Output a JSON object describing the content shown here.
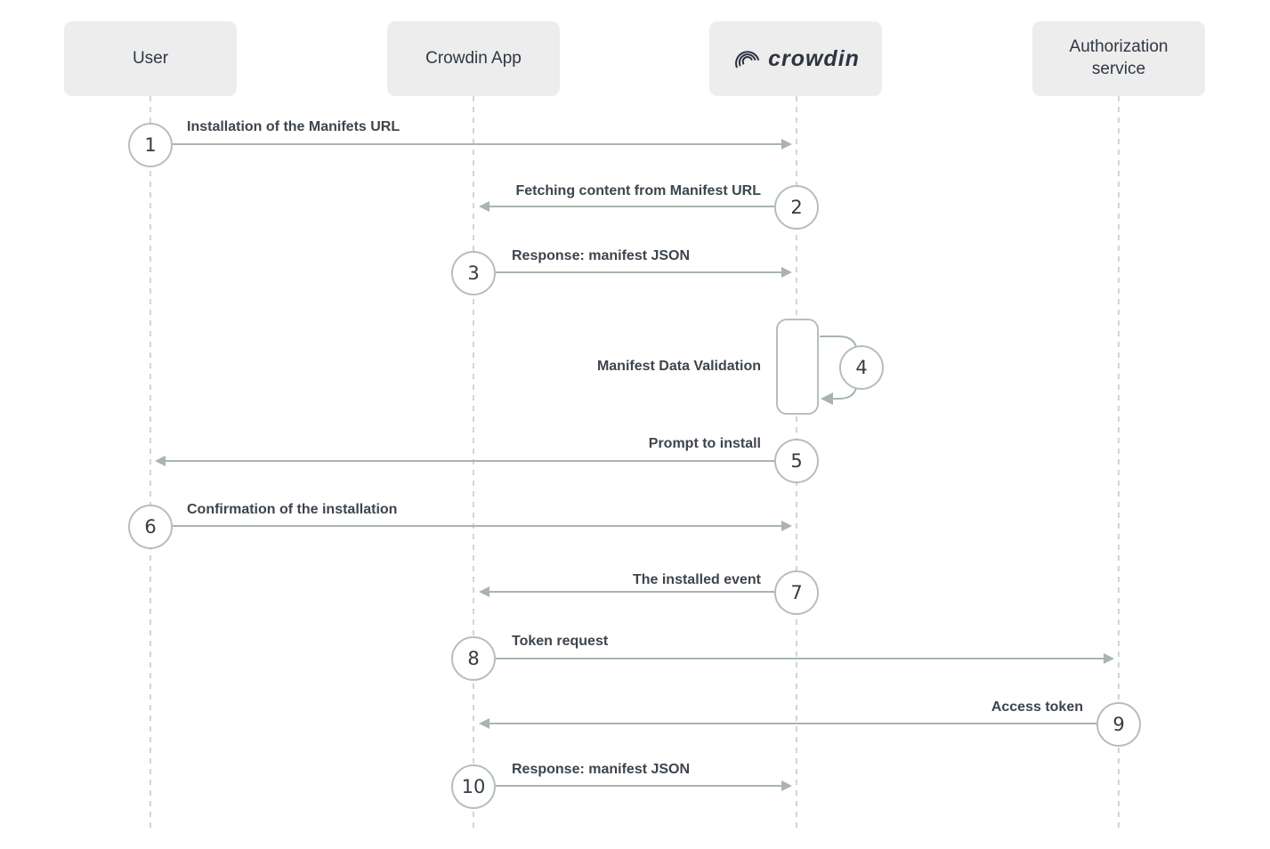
{
  "actors": [
    {
      "id": "user",
      "label": "User",
      "type": "box"
    },
    {
      "id": "crowdin-app",
      "label": "Crowdin App",
      "type": "box"
    },
    {
      "id": "crowdin",
      "label": "crowdin",
      "type": "logo"
    },
    {
      "id": "authorization-service",
      "label": "Authorization service",
      "type": "box"
    }
  ],
  "steps": [
    {
      "num": "1",
      "label": "Installation of the Manifets URL",
      "from": "User",
      "to": "crowdin",
      "direction": "right"
    },
    {
      "num": "2",
      "label": "Fetching content from Manifest URL",
      "from": "crowdin",
      "to": "Crowdin App",
      "direction": "left"
    },
    {
      "num": "3",
      "label": "Response: manifest JSON",
      "from": "Crowdin App",
      "to": "crowdin",
      "direction": "right"
    },
    {
      "num": "4",
      "label": "Manifest Data Validation",
      "from": "crowdin",
      "to": "crowdin",
      "direction": "self"
    },
    {
      "num": "5",
      "label": "Prompt to install",
      "from": "crowdin",
      "to": "User",
      "direction": "left"
    },
    {
      "num": "6",
      "label": "Confirmation of the installation",
      "from": "User",
      "to": "crowdin",
      "direction": "right"
    },
    {
      "num": "7",
      "label": "The installed event",
      "from": "crowdin",
      "to": "Crowdin App",
      "direction": "left"
    },
    {
      "num": "8",
      "label": "Token request",
      "from": "Crowdin App",
      "to": "Authorization service",
      "direction": "right"
    },
    {
      "num": "9",
      "label": "Access token",
      "from": "Authorization service",
      "to": "Crowdin App",
      "direction": "left"
    },
    {
      "num": "10",
      "label": "Response: manifest JSON",
      "from": "Crowdin App",
      "to": "crowdin",
      "direction": "right"
    }
  ],
  "colors": {
    "background": "#ffffff",
    "actor_box_bg": "#ededee",
    "actor_text": "#2f3741",
    "lifeline": "#d0d5d8",
    "arrow": "#a9b4b0",
    "circle_border": "#b4bfbb",
    "circle_text": "#343b42",
    "label_text": "#3d454d",
    "logo_text": "#2e3440"
  }
}
